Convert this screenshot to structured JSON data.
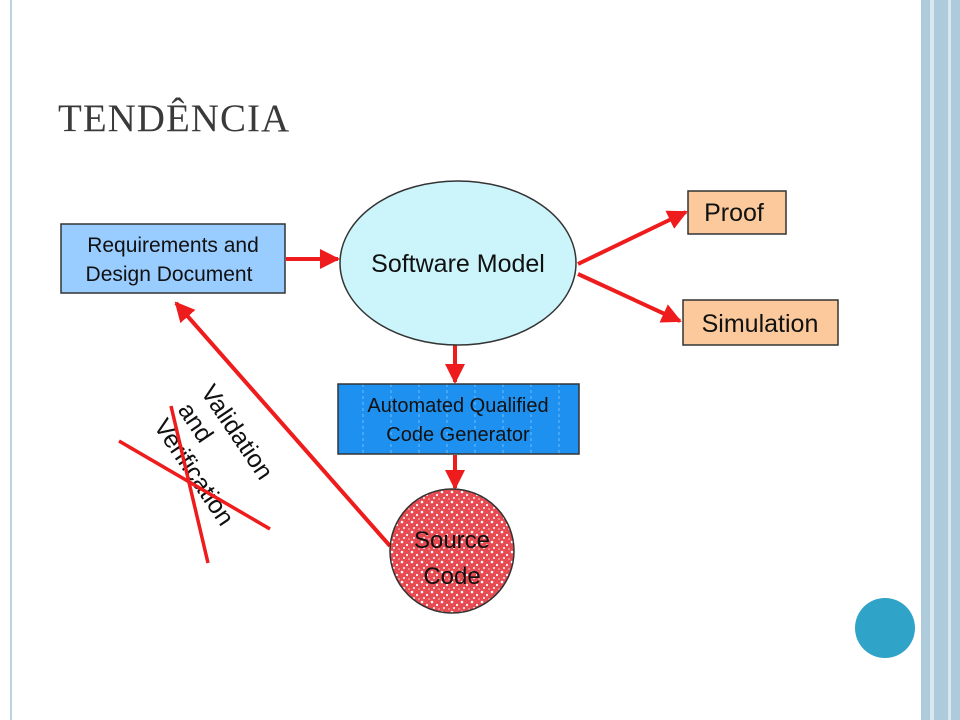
{
  "slide": {
    "title": "TENDÊNCIA"
  },
  "diagram": {
    "requirements_line1": "Requirements and",
    "requirements_line2": "Design Document",
    "software_model": "Software Model",
    "proof": "Proof",
    "simulation": "Simulation",
    "generator_line1": "Automated Qualified",
    "generator_line2": "Code Generator",
    "source_line1": "Source",
    "source_line2": "Code",
    "vv_line1": "Validation",
    "vv_line2": "and",
    "vv_line3": "Verification"
  },
  "colors": {
    "arrow": "#ee1c1c",
    "requirements_fill": "#99ccff",
    "model_fill": "#ccf5fb",
    "output_fill": "#fbc99b",
    "generator_fill": "#1e90f0",
    "source_fill": "#e84a52",
    "accent_dot": "#2fa3c8"
  }
}
